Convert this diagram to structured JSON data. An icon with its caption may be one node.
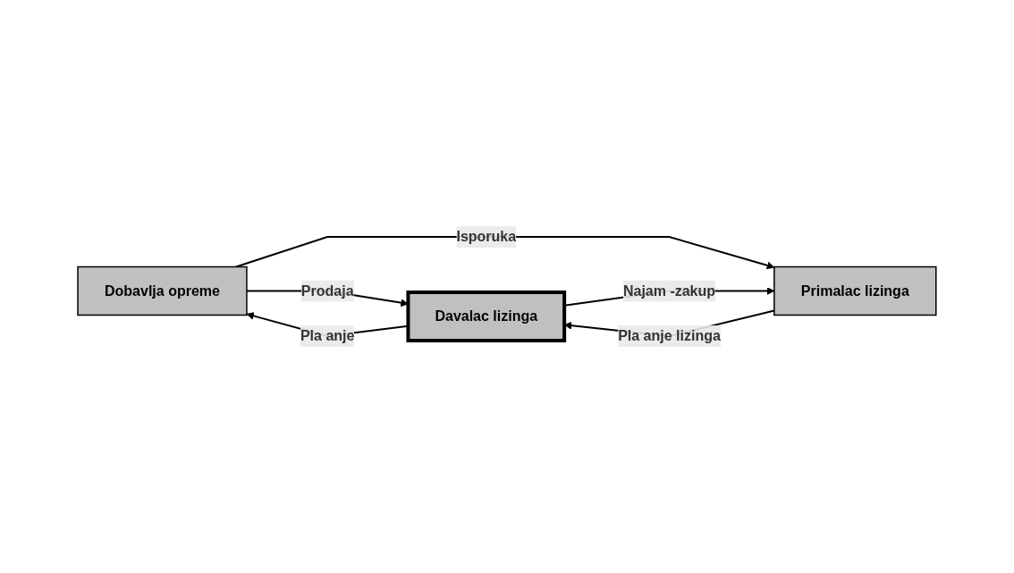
{
  "diagram": {
    "nodes": [
      {
        "text": [
          "Dobavlja opreme"
        ]
      },
      {
        "text": [
          "Davalac lizinga"
        ]
      },
      {
        "text": [
          "Primalac lizinga"
        ]
      }
    ],
    "edges": [
      {
        "from": 0,
        "to": 1,
        "arrow": "to",
        "label": "Prodaja"
      },
      {
        "from": 1,
        "to": 0,
        "arrow": "to",
        "label": "Pla anje"
      },
      {
        "from": 0,
        "to": 2,
        "arrow": "to",
        "label": "Isporuka"
      },
      {
        "from": 2,
        "to": 1,
        "arrow": "to",
        "label": "Pla anje lizinga"
      },
      {
        "from": 1,
        "to": 2,
        "arrow": "to",
        "label": "Najam -zakup"
      }
    ]
  }
}
